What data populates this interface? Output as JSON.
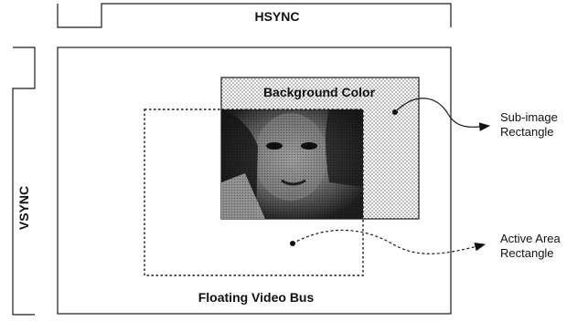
{
  "labels": {
    "hsync": "HSYNC",
    "vsync": "VSYNC",
    "background_color": "Background Color",
    "floating_video_bus": "Floating Video Bus"
  },
  "annotations": {
    "subimage_line1": "Sub-image",
    "subimage_line2": "Rectangle",
    "active_line1": "Active Area",
    "active_line2": "Rectangle"
  },
  "colors": {
    "line": "#1a1a1a",
    "background_fill": "#d2d2d2",
    "photo_dark": "#2a2a2a",
    "photo_light": "#9a9a9a"
  }
}
